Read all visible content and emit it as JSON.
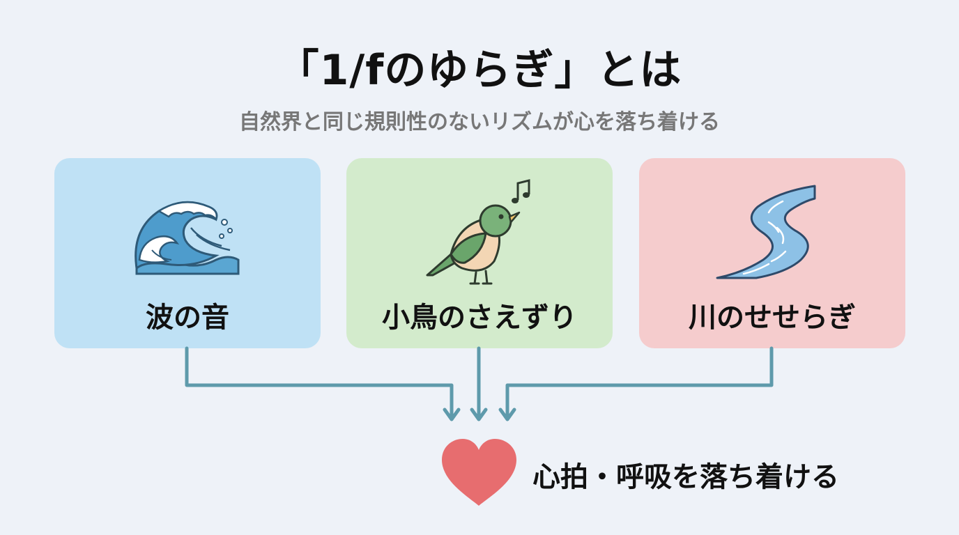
{
  "title": "「1/fのゆらぎ」とは",
  "subtitle": "自然界と同じ規則性のないリズムが心を落ち着ける",
  "cards": [
    {
      "label": "波の音",
      "icon": "wave-icon",
      "color": "#bfe1f5"
    },
    {
      "label": "小鳥のさえずり",
      "icon": "singing-bird-icon",
      "color": "#d3ebcc"
    },
    {
      "label": "川のせせらぎ",
      "icon": "river-icon",
      "color": "#f5cccd"
    }
  ],
  "outcome": {
    "label": "心拍・呼吸を落ち着ける",
    "icon": "heart-icon",
    "color": "#e76d6f"
  },
  "connector_color": "#5e9aab"
}
